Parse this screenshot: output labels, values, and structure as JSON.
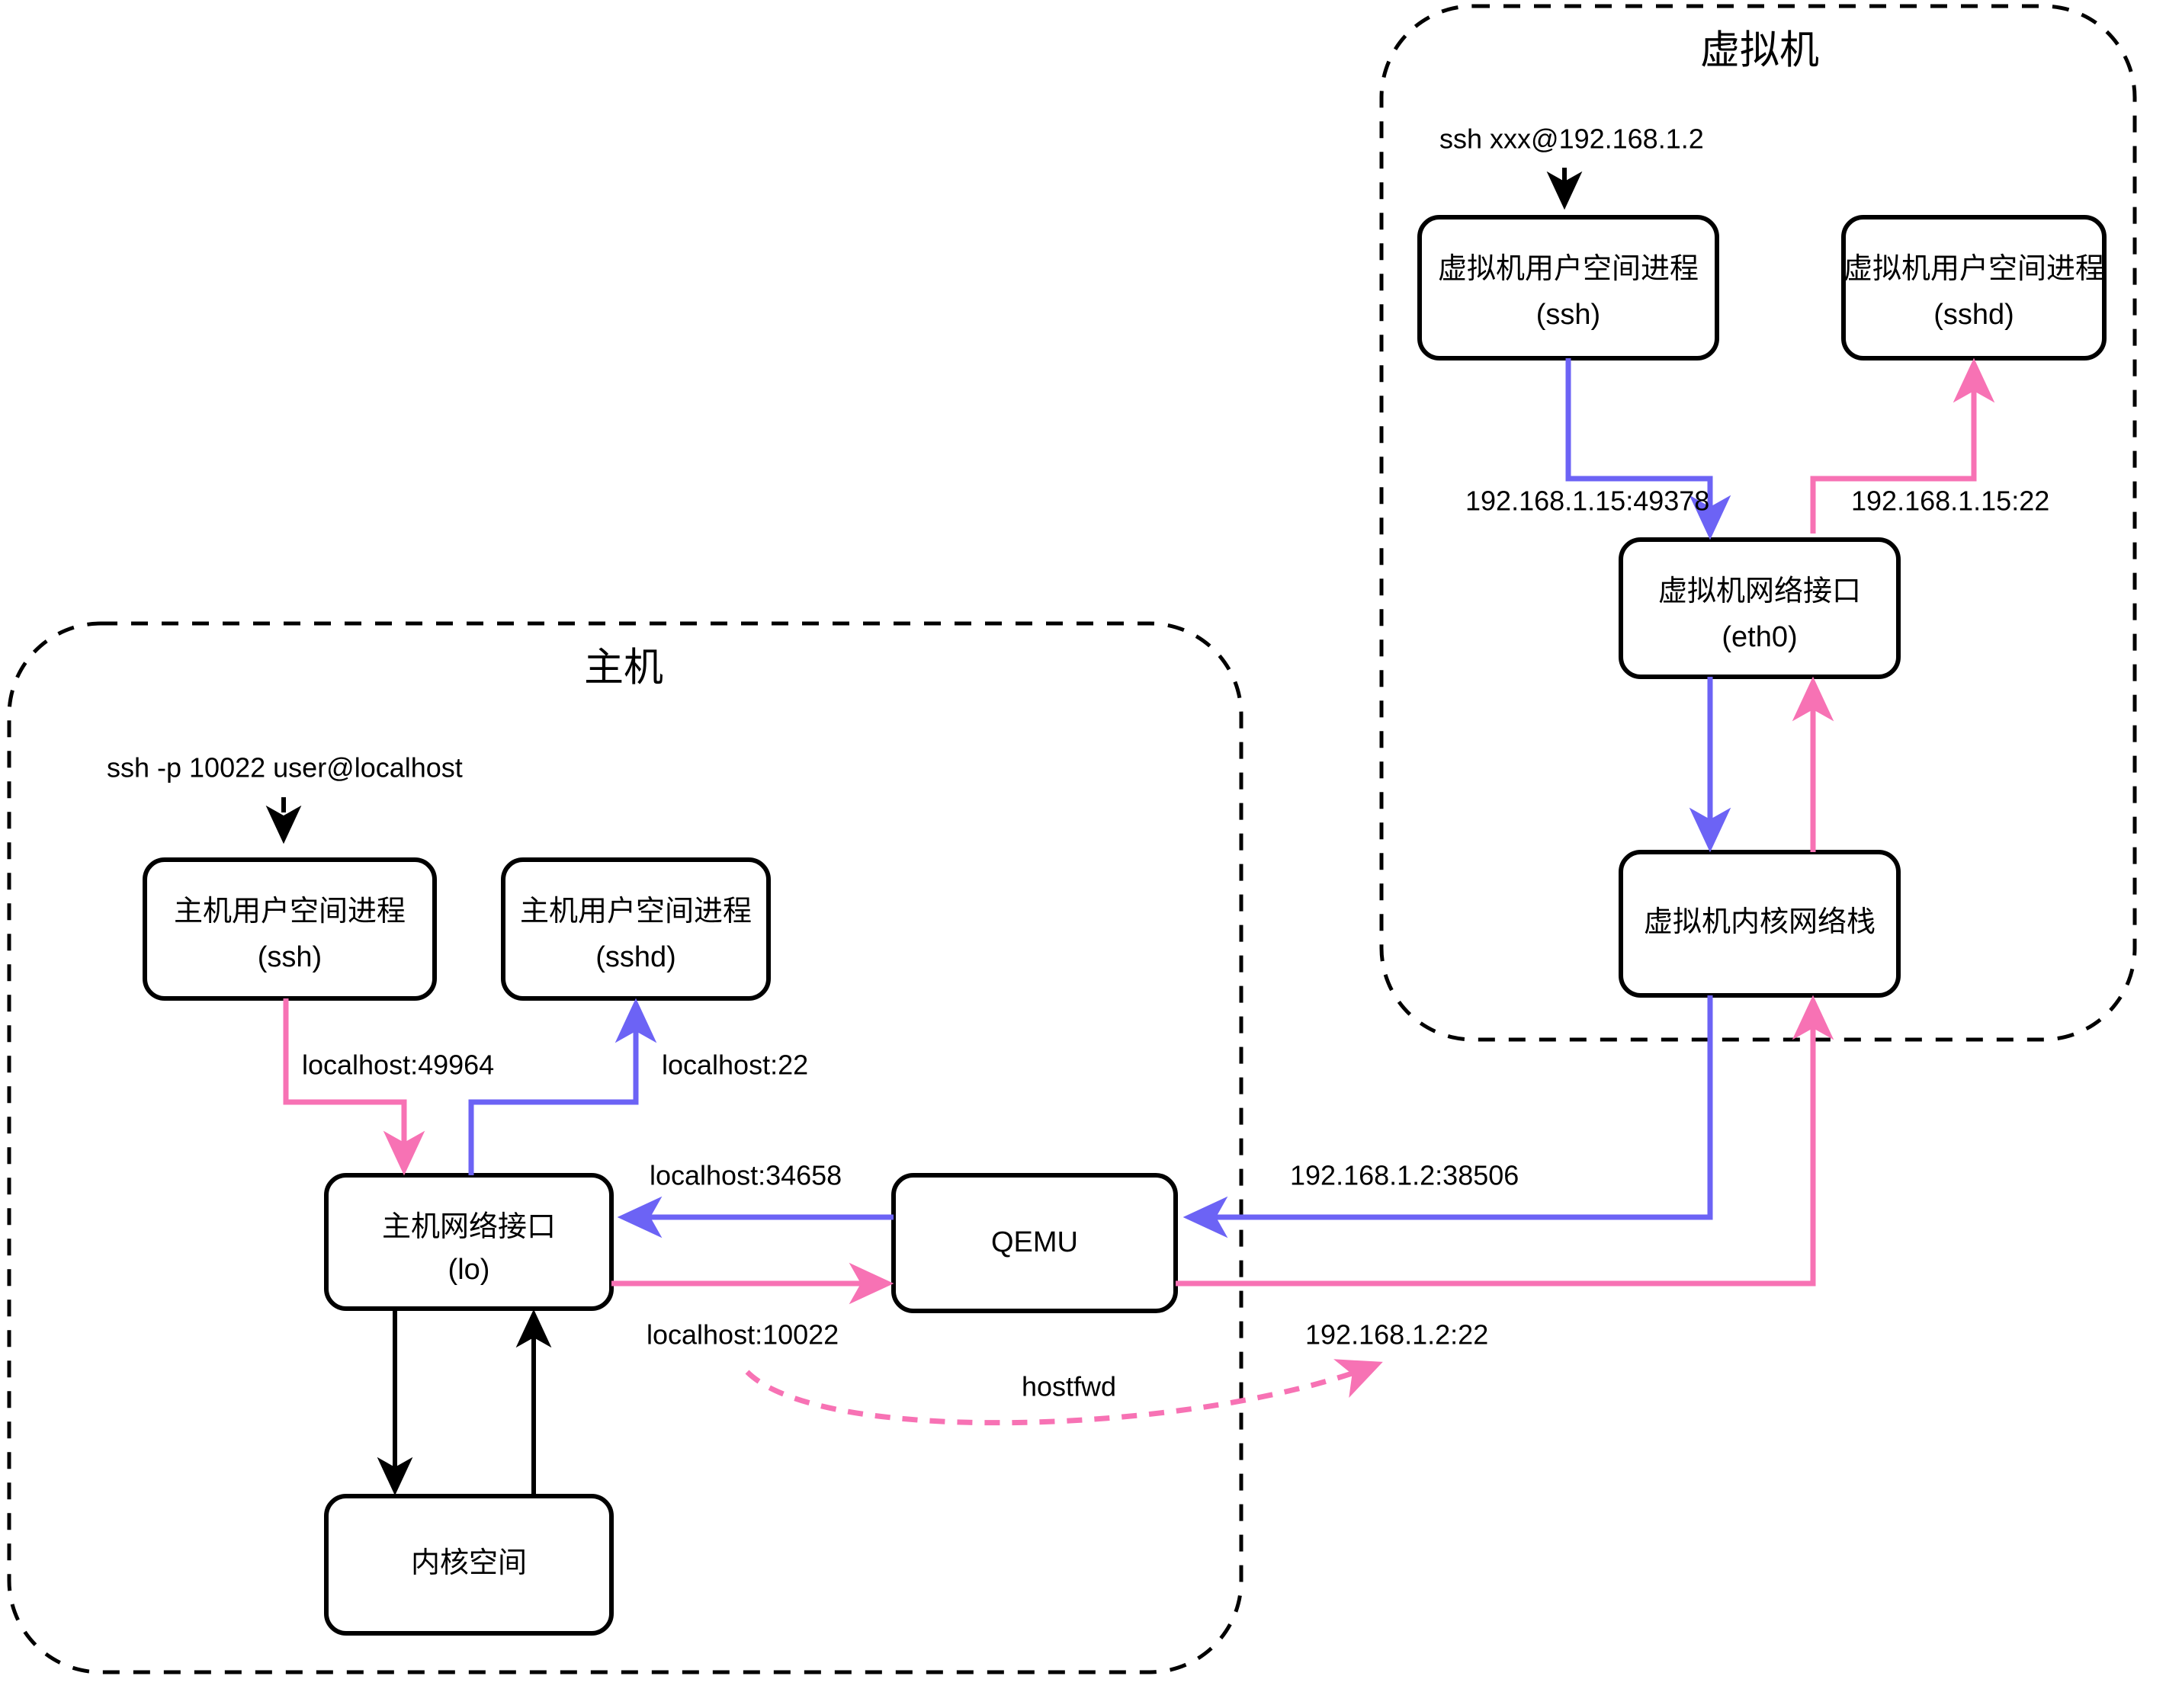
{
  "diagram": {
    "title_vm": "虚拟机",
    "title_host": "主机",
    "containers": [
      {
        "id": "vm",
        "label": "虚拟机"
      },
      {
        "id": "host",
        "label": "主机"
      }
    ],
    "nodes": {
      "vm_ssh": {
        "line1": "虚拟机用户空间进程",
        "line2": "(ssh)"
      },
      "vm_sshd": {
        "line1": "虚拟机用户空间进程",
        "line2": "(sshd)"
      },
      "vm_eth0": {
        "line1": "虚拟机网络接口",
        "line2": "(eth0)"
      },
      "vm_kernel": {
        "line1": "虚拟机内核网络栈"
      },
      "host_ssh": {
        "line1": "主机用户空间进程",
        "line2": "(ssh)"
      },
      "host_sshd": {
        "line1": "主机用户空间进程",
        "line2": "(sshd)"
      },
      "host_lo": {
        "line1": "主机网络接口",
        "line2": "(lo)"
      },
      "host_kernel": {
        "line1": "内核空间"
      },
      "qemu": {
        "line1": "QEMU"
      }
    },
    "commands": {
      "vm_ssh_cmd": "ssh xxx@192.168.1.2",
      "host_ssh_cmd": "ssh -p 10022 user@localhost"
    },
    "edge_labels": {
      "vm_out": "192.168.1.15:49378",
      "vm_in": "192.168.1.15:22",
      "host_ssh_out": "localhost:49964",
      "host_sshd_in": "localhost:22",
      "lo_from_qemu": "localhost:34658",
      "lo_to_qemu": "localhost:10022",
      "qemu_from_vm": "192.168.1.2:38506",
      "qemu_to_vm": "192.168.1.2:22",
      "hostfwd": "hostfwd"
    },
    "colors": {
      "blue": "#6c63f5",
      "pink": "#f772b4",
      "black": "#000000",
      "background": "#ffffff"
    }
  }
}
